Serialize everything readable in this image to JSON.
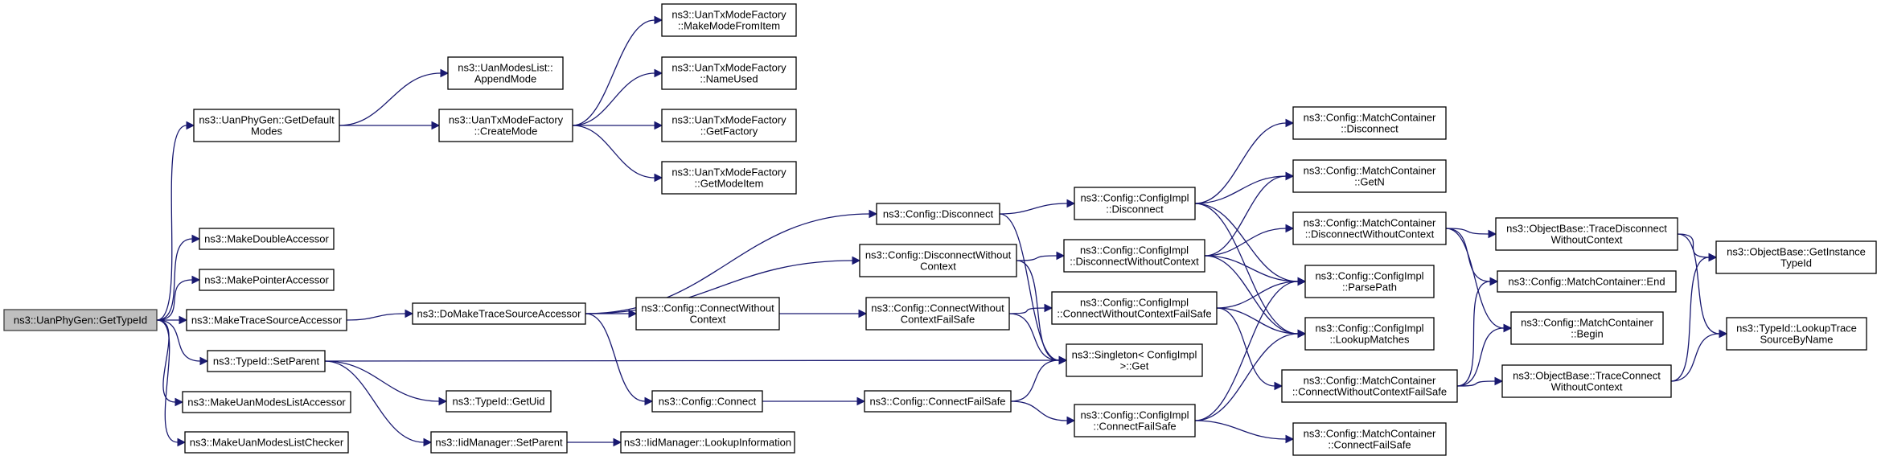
{
  "diagram": {
    "title": "Call graph of ns3::UanPhyGen::GetTypeId",
    "colors": {
      "edge": "#191970",
      "root_fill": "#bfbfbf",
      "node_fill": "#ffffff",
      "border": "#000000"
    },
    "nodes": [
      {
        "id": "root",
        "lines": [
          "ns3::UanPhyGen::GetTypeId"
        ],
        "root": true
      },
      {
        "id": "getDefaultModes",
        "lines": [
          "ns3::UanPhyGen::GetDefault",
          "Modes"
        ]
      },
      {
        "id": "makeDoubleAccessor",
        "lines": [
          "ns3::MakeDoubleAccessor"
        ]
      },
      {
        "id": "makePointerAccessor",
        "lines": [
          "ns3::MakePointerAccessor"
        ]
      },
      {
        "id": "makeTraceSourceAccessor",
        "lines": [
          "ns3::MakeTraceSourceAccessor"
        ]
      },
      {
        "id": "typeIdSetParent",
        "lines": [
          "ns3::TypeId::SetParent"
        ]
      },
      {
        "id": "makeUanModesListAccessor",
        "lines": [
          "ns3::MakeUanModesListAccessor"
        ]
      },
      {
        "id": "makeUanModesListChecker",
        "lines": [
          "ns3::MakeUanModesListChecker"
        ]
      },
      {
        "id": "appendMode",
        "lines": [
          "ns3::UanModesList::",
          "AppendMode"
        ]
      },
      {
        "id": "createMode",
        "lines": [
          "ns3::UanTxModeFactory",
          "::CreateMode"
        ]
      },
      {
        "id": "makeModeFromItem",
        "lines": [
          "ns3::UanTxModeFactory",
          "::MakeModeFromItem"
        ]
      },
      {
        "id": "nameUsed",
        "lines": [
          "ns3::UanTxModeFactory",
          "::NameUsed"
        ]
      },
      {
        "id": "getFactory",
        "lines": [
          "ns3::UanTxModeFactory",
          "::GetFactory"
        ]
      },
      {
        "id": "getModeItem",
        "lines": [
          "ns3::UanTxModeFactory",
          "::GetModeItem"
        ]
      },
      {
        "id": "doMakeTraceSourceAccessor",
        "lines": [
          "ns3::DoMakeTraceSourceAccessor"
        ]
      },
      {
        "id": "getUid",
        "lines": [
          "ns3::TypeId::GetUid"
        ]
      },
      {
        "id": "iidSetParent",
        "lines": [
          "ns3::IidManager::SetParent"
        ]
      },
      {
        "id": "lookupInformation",
        "lines": [
          "ns3::IidManager::LookupInformation"
        ]
      },
      {
        "id": "configDisconnect",
        "lines": [
          "ns3::Config::Disconnect"
        ]
      },
      {
        "id": "configDisconnectWithoutContext",
        "lines": [
          "ns3::Config::DisconnectWithout",
          "Context"
        ]
      },
      {
        "id": "configConnectWithoutContext",
        "lines": [
          "ns3::Config::ConnectWithout",
          "Context"
        ]
      },
      {
        "id": "configConnect",
        "lines": [
          "ns3::Config::Connect"
        ]
      },
      {
        "id": "configConnectWithoutContextFailSafe",
        "lines": [
          "ns3::Config::ConnectWithout",
          "ContextFailSafe"
        ]
      },
      {
        "id": "configConnectFailSafe",
        "lines": [
          "ns3::Config::ConnectFailSafe"
        ]
      },
      {
        "id": "implDisconnect",
        "lines": [
          "ns3::Config::ConfigImpl",
          "::Disconnect"
        ]
      },
      {
        "id": "implDisconnectWithoutContext",
        "lines": [
          "ns3::Config::ConfigImpl",
          "::DisconnectWithoutContext"
        ]
      },
      {
        "id": "implConnectWithoutContextFailSafe",
        "lines": [
          "ns3::Config::ConfigImpl",
          "::ConnectWithoutContextFailSafe"
        ]
      },
      {
        "id": "singletonGet",
        "lines": [
          "ns3::Singleton< ConfigImpl",
          ">::Get"
        ]
      },
      {
        "id": "implConnectFailSafe",
        "lines": [
          "ns3::Config::ConfigImpl",
          "::ConnectFailSafe"
        ]
      },
      {
        "id": "mcDisconnect",
        "lines": [
          "ns3::Config::MatchContainer",
          "::Disconnect"
        ]
      },
      {
        "id": "mcGetN",
        "lines": [
          "ns3::Config::MatchContainer",
          "::GetN"
        ]
      },
      {
        "id": "mcDisconnectWithoutContext",
        "lines": [
          "ns3::Config::MatchContainer",
          "::DisconnectWithoutContext"
        ]
      },
      {
        "id": "implParsePath",
        "lines": [
          "ns3::Config::ConfigImpl",
          "::ParsePath"
        ]
      },
      {
        "id": "implLookupMatches",
        "lines": [
          "ns3::Config::ConfigImpl",
          "::LookupMatches"
        ]
      },
      {
        "id": "mcConnectWithoutContextFailSafe",
        "lines": [
          "ns3::Config::MatchContainer",
          "::ConnectWithoutContextFailSafe"
        ]
      },
      {
        "id": "mcConnectFailSafe",
        "lines": [
          "ns3::Config::MatchContainer",
          "::ConnectFailSafe"
        ]
      },
      {
        "id": "traceDisconnectWithoutContext",
        "lines": [
          "ns3::ObjectBase::TraceDisconnect",
          "WithoutContext"
        ]
      },
      {
        "id": "mcEnd",
        "lines": [
          "ns3::Config::MatchContainer::End"
        ]
      },
      {
        "id": "mcBegin",
        "lines": [
          "ns3::Config::MatchContainer",
          "::Begin"
        ]
      },
      {
        "id": "traceConnectWithoutContext",
        "lines": [
          "ns3::ObjectBase::TraceConnect",
          "WithoutContext"
        ]
      },
      {
        "id": "getInstanceTypeId",
        "lines": [
          "ns3::ObjectBase::GetInstance",
          "TypeId"
        ]
      },
      {
        "id": "lookupTraceSourceByName",
        "lines": [
          "ns3::TypeId::LookupTrace",
          "SourceByName"
        ]
      }
    ],
    "edges": [
      [
        "root",
        "getDefaultModes"
      ],
      [
        "root",
        "makeDoubleAccessor"
      ],
      [
        "root",
        "makePointerAccessor"
      ],
      [
        "root",
        "makeTraceSourceAccessor"
      ],
      [
        "root",
        "typeIdSetParent"
      ],
      [
        "root",
        "makeUanModesListAccessor"
      ],
      [
        "root",
        "makeUanModesListChecker"
      ],
      [
        "getDefaultModes",
        "appendMode"
      ],
      [
        "getDefaultModes",
        "createMode"
      ],
      [
        "createMode",
        "makeModeFromItem"
      ],
      [
        "createMode",
        "nameUsed"
      ],
      [
        "createMode",
        "getFactory"
      ],
      [
        "createMode",
        "getModeItem"
      ],
      [
        "makeTraceSourceAccessor",
        "doMakeTraceSourceAccessor"
      ],
      [
        "typeIdSetParent",
        "singletonGet"
      ],
      [
        "typeIdSetParent",
        "getUid"
      ],
      [
        "typeIdSetParent",
        "iidSetParent"
      ],
      [
        "iidSetParent",
        "lookupInformation"
      ],
      [
        "doMakeTraceSourceAccessor",
        "configDisconnect"
      ],
      [
        "doMakeTraceSourceAccessor",
        "configDisconnectWithoutContext"
      ],
      [
        "doMakeTraceSourceAccessor",
        "configConnectWithoutContext"
      ],
      [
        "doMakeTraceSourceAccessor",
        "configConnect"
      ],
      [
        "configDisconnect",
        "implDisconnect"
      ],
      [
        "configDisconnect",
        "singletonGet"
      ],
      [
        "configDisconnectWithoutContext",
        "implDisconnectWithoutContext"
      ],
      [
        "configDisconnectWithoutContext",
        "singletonGet"
      ],
      [
        "configConnectWithoutContext",
        "configConnectWithoutContextFailSafe"
      ],
      [
        "configConnectWithoutContextFailSafe",
        "implConnectWithoutContextFailSafe"
      ],
      [
        "configConnectWithoutContextFailSafe",
        "singletonGet"
      ],
      [
        "configConnect",
        "configConnectFailSafe"
      ],
      [
        "configConnectFailSafe",
        "singletonGet"
      ],
      [
        "configConnectFailSafe",
        "implConnectFailSafe"
      ],
      [
        "implDisconnect",
        "mcDisconnect"
      ],
      [
        "implDisconnect",
        "mcGetN"
      ],
      [
        "implDisconnect",
        "implParsePath"
      ],
      [
        "implDisconnect",
        "implLookupMatches"
      ],
      [
        "implDisconnectWithoutContext",
        "mcGetN"
      ],
      [
        "implDisconnectWithoutContext",
        "mcDisconnectWithoutContext"
      ],
      [
        "implDisconnectWithoutContext",
        "implParsePath"
      ],
      [
        "implDisconnectWithoutContext",
        "implLookupMatches"
      ],
      [
        "implConnectWithoutContextFailSafe",
        "implParsePath"
      ],
      [
        "implConnectWithoutContextFailSafe",
        "implLookupMatches"
      ],
      [
        "implConnectWithoutContextFailSafe",
        "mcConnectWithoutContextFailSafe"
      ],
      [
        "implConnectFailSafe",
        "implParsePath"
      ],
      [
        "implConnectFailSafe",
        "implLookupMatches"
      ],
      [
        "implConnectFailSafe",
        "mcConnectFailSafe"
      ],
      [
        "mcDisconnectWithoutContext",
        "traceDisconnectWithoutContext"
      ],
      [
        "mcDisconnectWithoutContext",
        "mcEnd"
      ],
      [
        "mcDisconnectWithoutContext",
        "mcBegin"
      ],
      [
        "mcConnectWithoutContextFailSafe",
        "mcEnd"
      ],
      [
        "mcConnectWithoutContextFailSafe",
        "mcBegin"
      ],
      [
        "mcConnectWithoutContextFailSafe",
        "traceConnectWithoutContext"
      ],
      [
        "traceDisconnectWithoutContext",
        "getInstanceTypeId"
      ],
      [
        "traceDisconnectWithoutContext",
        "lookupTraceSourceByName"
      ],
      [
        "traceConnectWithoutContext",
        "getInstanceTypeId"
      ],
      [
        "traceConnectWithoutContext",
        "lookupTraceSourceByName"
      ]
    ]
  }
}
